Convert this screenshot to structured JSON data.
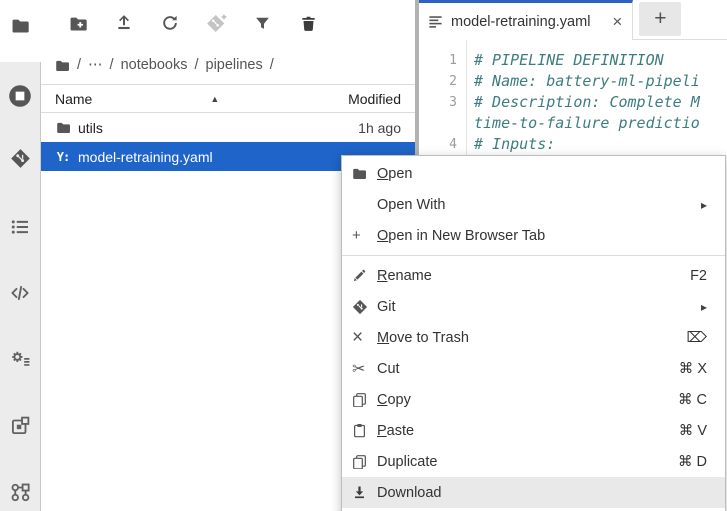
{
  "colors": {
    "selection_blue": "#1f64c8",
    "tab_accent_blue": "#2b62c4",
    "comment_teal": "#3d7d7e",
    "menu_highlight": "#e9e9e9"
  },
  "sidebar": {
    "icons": [
      "file-browser-folder",
      "running-kernels",
      "git",
      "table-of-contents",
      "code-console",
      "property-inspector",
      "extension-blocks",
      "pipeline-nodes"
    ]
  },
  "file_browser": {
    "toolbar_icons": [
      "new-folder",
      "upload",
      "refresh",
      "git-clone-disabled",
      "filter",
      "trash"
    ],
    "breadcrumb": {
      "sep": "/",
      "ellipsis": "⋯",
      "item1": "notebooks",
      "item2": "pipelines"
    },
    "header": {
      "name": "Name",
      "sort_glyph": "▲",
      "modified": "Modified"
    },
    "rows": [
      {
        "icon": "folder",
        "name": "utils",
        "modified": "1h ago",
        "selected": false
      },
      {
        "icon": "yaml",
        "icon_text": "Y:",
        "name": "model-retraining.yaml",
        "modified": "",
        "selected": true
      }
    ]
  },
  "editor": {
    "tab": {
      "title": "model-retraining.yaml",
      "close_glyph": "×"
    },
    "new_tab_glyph": "+",
    "rows": [
      {
        "num": "1",
        "text": "# PIPELINE DEFINITION"
      },
      {
        "num": "2",
        "text": "# Name: battery-ml-pipeli"
      },
      {
        "num": "3",
        "text": "# Description: Complete M"
      },
      {
        "num": "",
        "text": "time-to-failure predictio"
      },
      {
        "num": "4",
        "text": "# Inputs:"
      }
    ]
  },
  "menu": {
    "submenu_glyph": "▸",
    "items": [
      {
        "label": "Open",
        "shortcut": ""
      },
      {
        "label": "Open With",
        "shortcut": ""
      },
      {
        "label": "Open in New Browser Tab",
        "shortcut": ""
      },
      {
        "label": "Rename",
        "shortcut": "F2"
      },
      {
        "label": "Git",
        "shortcut": ""
      },
      {
        "label": "Move to Trash",
        "shortcut": "⌦"
      },
      {
        "label": "Cut",
        "shortcut": "⌘ X"
      },
      {
        "label": "Copy",
        "shortcut": "⌘ C"
      },
      {
        "label": "Paste",
        "shortcut": "⌘ V"
      },
      {
        "label": "Duplicate",
        "shortcut": "⌘ D"
      },
      {
        "label": "Download",
        "shortcut": ""
      }
    ]
  },
  "glyphs": {
    "cut": "✂",
    "close_x": "×",
    "plus": "+"
  }
}
